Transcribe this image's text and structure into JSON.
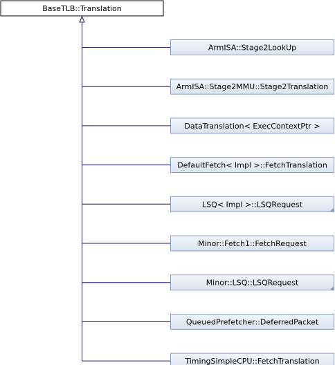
{
  "diagram": {
    "colors": {
      "base_fill": "#ffffff",
      "base_stroke": "#000000",
      "child_fill_top": "#f3f6fb",
      "child_fill_bottom": "#dbe3f1",
      "child_stroke": "#8a9bc3",
      "edge": "#191970",
      "text": "#000000"
    },
    "base_class": {
      "name": "BaseTLB::Translation"
    },
    "derived_classes": [
      {
        "name": "ArmISA::Stage2LookUp",
        "truncated": false
      },
      {
        "name": "ArmISA::Stage2MMU::Stage2Translation",
        "truncated": false
      },
      {
        "name": "DataTranslation< ExecContextPtr >",
        "truncated": false
      },
      {
        "name": "DefaultFetch< Impl >::FetchTranslation",
        "truncated": false
      },
      {
        "name": "LSQ< Impl >::LSQRequest",
        "truncated": true
      },
      {
        "name": "Minor::Fetch1::FetchRequest",
        "truncated": false
      },
      {
        "name": "Minor::LSQ::LSQRequest",
        "truncated": true
      },
      {
        "name": "QueuedPrefetcher::DeferredPacket",
        "truncated": false
      },
      {
        "name": "TimingSimpleCPU::FetchTranslation",
        "truncated": false
      }
    ]
  }
}
